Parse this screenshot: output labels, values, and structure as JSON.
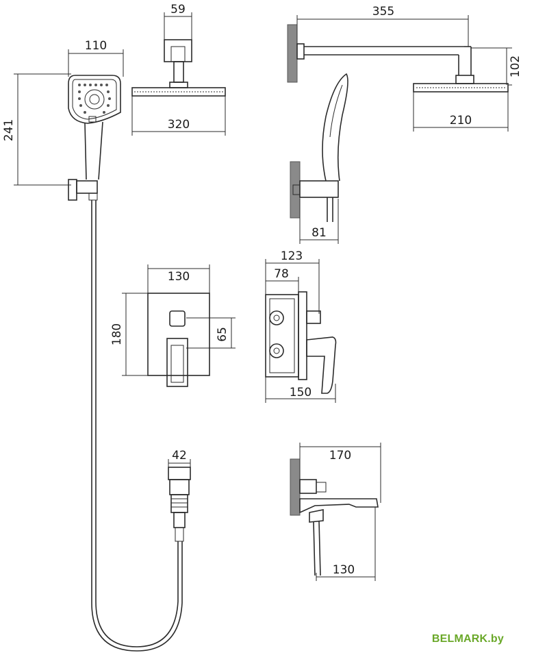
{
  "dimensions": {
    "handshower_width": "110",
    "handshower_height": "241",
    "showerhead_a_arm": "59",
    "showerhead_a_width": "320",
    "wall_arm_length": "355",
    "wall_arm_drop": "102",
    "showerhead_b_width": "210",
    "holder_depth": "81",
    "mixer_plate_width": "130",
    "mixer_plate_height": "180",
    "mixer_button_offset": "65",
    "mixer_body_depth": "123",
    "mixer_box_depth": "78",
    "mixer_side_width": "150",
    "hose_connector_width": "42",
    "spout_length": "170",
    "spout_projection": "130"
  },
  "brand": "BELMARK.by",
  "colors": {
    "line": "#2a2a2a",
    "brand": "#6aa829",
    "wall": "#8a8a8a"
  }
}
